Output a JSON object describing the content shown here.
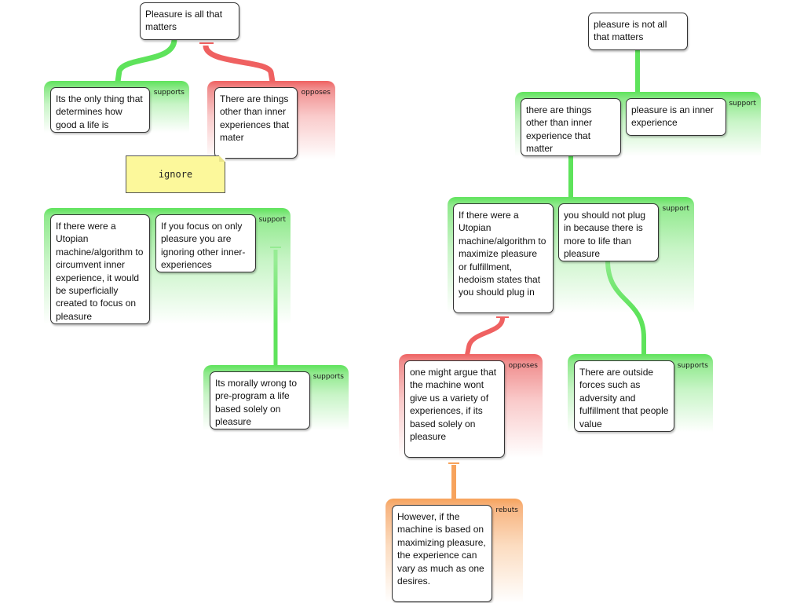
{
  "nodes": {
    "pleasure_all": "Pleasure is all that matters",
    "only_thing": "Its the only thing that determines how good a life is",
    "things_other_left": "There are things other than inner experiences that mater",
    "utopian_left": "If there were a Utopian machine/algorithm to circumvent inner experience, it would be superficially created to focus on pleasure",
    "focus_only": "If you focus on only pleasure you are ignoring other inner-experiences",
    "morally_wrong": "Its morally wrong to pre-program a life based solely on pleasure",
    "pleasure_not_all": "pleasure is not all that matters",
    "things_other_right": "there are things other than inner experience that matter",
    "inner_experience": "pleasure is an inner experience",
    "utopian_right": "If there were a Utopian machine/algorithm to maximize pleasure or fulfillment, hedoism states that you should plug in",
    "should_not_plug": "you should not plug in because there is more to life than pleasure",
    "machine_variety": "one might argue that the machine wont give us a variety of experiences, if its based solely on pleasure",
    "outside_forces": "There are outside forces such as adversity and fulfillment that people value",
    "however": "However, if the machine is based on maximizing pleasure, the experience can vary as much as one desires."
  },
  "labels": {
    "supports": "supports",
    "opposes": "opposes",
    "support": "support",
    "rebuts": "rebuts"
  },
  "note": {
    "text": "ignore"
  },
  "colors": {
    "support": "#5ee35b",
    "oppose": "#ef6161",
    "rebut": "#f7a35c"
  }
}
